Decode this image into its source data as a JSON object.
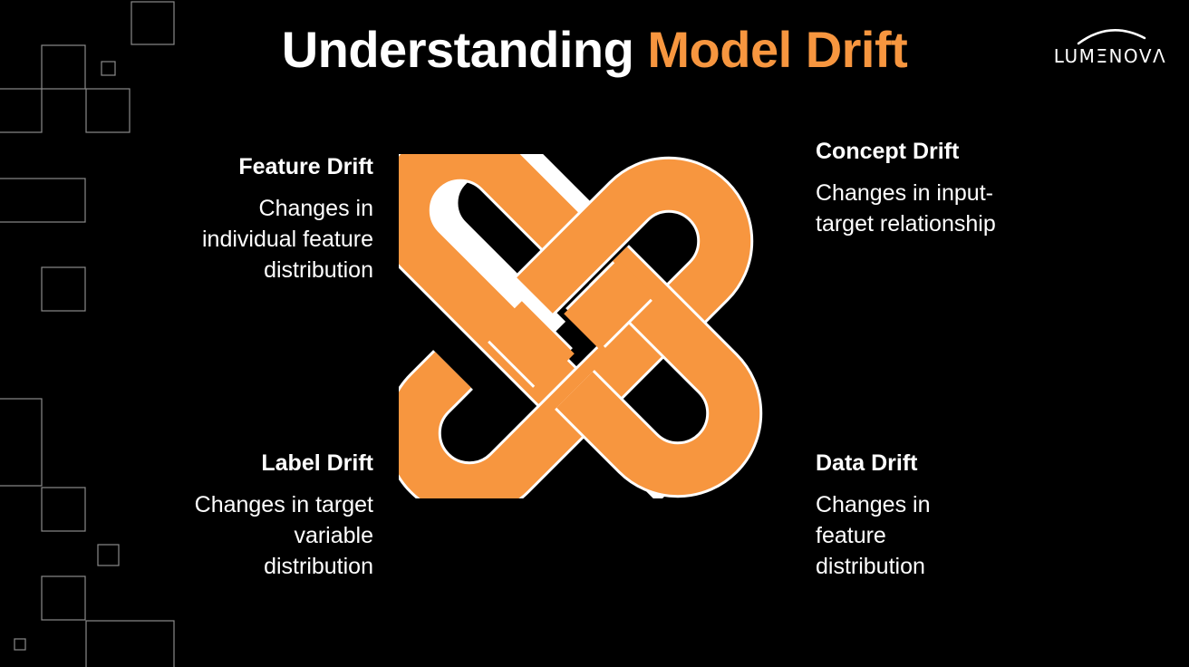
{
  "title": {
    "main": "Understanding",
    "accent": "Model Drift"
  },
  "logo": {
    "text": "LUMΞNOVΛ"
  },
  "colors": {
    "accent": "#f7963f",
    "background": "#000000",
    "text": "#ffffff",
    "decor_lines": "#8a8a8a"
  },
  "drift_types": {
    "feature": {
      "heading": "Feature Drift",
      "lines": [
        "Changes in",
        "individual feature",
        "distribution"
      ]
    },
    "concept": {
      "heading": "Concept Drift",
      "lines": [
        "Changes in input-",
        "target relationship"
      ]
    },
    "label": {
      "heading": "Label Drift",
      "lines": [
        "Changes in target",
        "variable",
        "distribution"
      ]
    },
    "data": {
      "heading": "Data Drift",
      "lines": [
        "Changes in",
        "feature",
        "distribution"
      ]
    }
  },
  "center_graphic": {
    "icon": "interlocking-knot-icon"
  }
}
